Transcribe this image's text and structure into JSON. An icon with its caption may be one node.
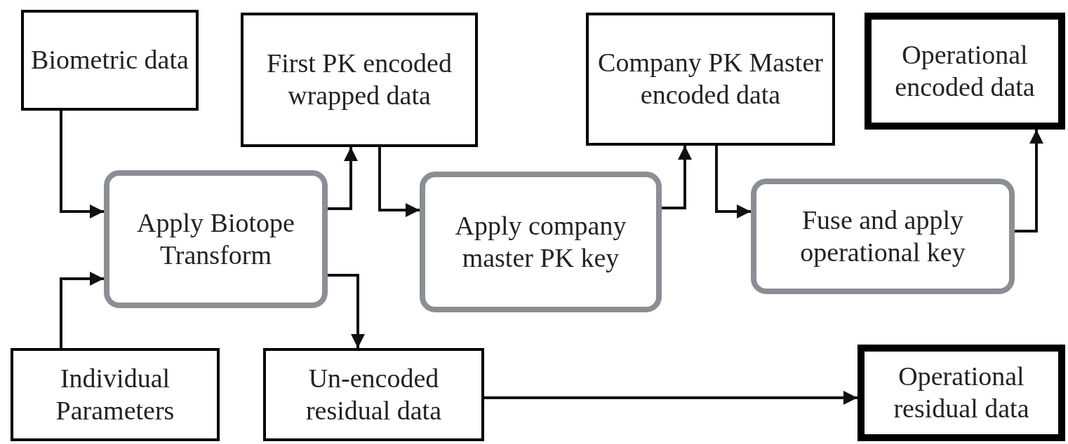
{
  "diagram": {
    "nodes": [
      {
        "text": [
          "Biometric data"
        ]
      },
      {
        "text": [
          "First PK encoded wrapped data"
        ]
      },
      {
        "text": [
          "Company PK Master encoded data"
        ]
      },
      {
        "text": [
          "Operational encoded data"
        ]
      },
      {
        "text": [
          "Apply Biotope Transform"
        ]
      },
      {
        "text": [
          "Apply company master PK key"
        ]
      },
      {
        "text": [
          "Fuse and apply operational key"
        ]
      },
      {
        "text": [
          "Individual Parameters"
        ]
      },
      {
        "text": [
          "Un-encoded residual data"
        ]
      },
      {
        "text": [
          "Operational residual data"
        ]
      }
    ],
    "edges": [
      {
        "from": 0,
        "to": 4,
        "arrow": "to"
      },
      {
        "from": 7,
        "to": 4,
        "arrow": "to"
      },
      {
        "from": 4,
        "to": 1,
        "arrow": "to"
      },
      {
        "from": 1,
        "to": 5,
        "arrow": "to"
      },
      {
        "from": 5,
        "to": 2,
        "arrow": "to"
      },
      {
        "from": 2,
        "to": 6,
        "arrow": "to"
      },
      {
        "from": 6,
        "to": 3,
        "arrow": "to"
      },
      {
        "from": 4,
        "to": 8,
        "arrow": "to"
      },
      {
        "from": 8,
        "to": 9,
        "arrow": "to"
      }
    ]
  }
}
